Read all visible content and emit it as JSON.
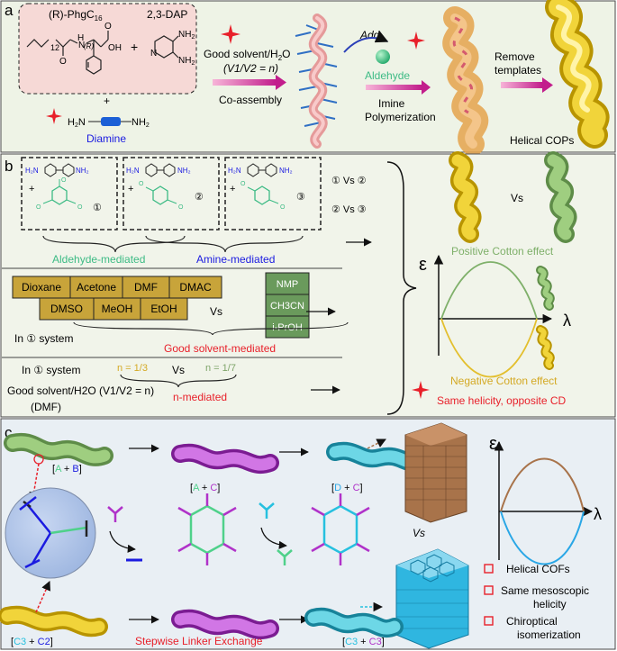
{
  "colors": {
    "panel_a_bg": "#eef3e6",
    "panel_b_bg": "#f1f4ea",
    "panel_c_bg": "#e9eff4",
    "border": "#4a4a4a",
    "pink_box": "#f6d9d6",
    "red_star": "#e8202a",
    "blue_text": "#1b1be0",
    "green_text": "#3dbb85",
    "red_text": "#e8202a",
    "gold_solvent": "#c8a43a",
    "green_solvent": "#6a9a5c",
    "gold_helix": "#e8c21b",
    "green_helix": "#8dbf6c",
    "magenta_helix": "#c34fd8",
    "cyan_helix": "#3cc3d6",
    "magenta": "#b032c9",
    "linker_green": "#4fd18a",
    "cyan": "#26c0df",
    "pos_curve": "#7fb06a",
    "neg_curve": "#e3bf2e",
    "brown_curve": "#a8734a",
    "blue_curve": "#2aa7e6"
  },
  "panel_a": {
    "label": "a",
    "phgc16": "(R)-PhgC",
    "phgc16_sub": "16",
    "dap": "2,3-DAP",
    "plus1": "+",
    "plus2": "+",
    "plus3": "+",
    "nh2_a": "NH",
    "nh2_b": "NH",
    "sub2": "2",
    "oh": "OH",
    "sub12": "12",
    "r_label": "(R)",
    "diamine_formula_left": "H",
    "diamine_formula_n1": "N",
    "diamine_formula_right": "NH",
    "diamine": "Diamine",
    "good_solvent": "Good solvent/H",
    "good_solvent_sub": "2",
    "good_solvent_o": "O",
    "ratio": "(V1/V2 = n)",
    "co_assembly": "Co-assembly",
    "add": "Add",
    "aldehyde": "Aldehyde",
    "imine": "Imine",
    "polymerization": "Polymerization",
    "remove": "Remove",
    "templates": "templates",
    "helical_cops": "Helical COPs"
  },
  "panel_b": {
    "label": "b",
    "system1": "①",
    "system2": "②",
    "system3": "③",
    "vs12": "① Vs ②",
    "vs23": "② Vs ③",
    "vs_top": "Vs",
    "aldehyde_mediated": "Aldehyde-mediated",
    "amine_mediated": "Amine-mediated",
    "solvents_gold_row1": [
      "Dioxane",
      "Acetone",
      "DMF",
      "DMAC"
    ],
    "solvents_gold_row2": [
      "DMSO",
      "MeOH",
      "EtOH"
    ],
    "solvents_green": [
      "NMP",
      "CH3CN",
      "i-PrOH"
    ],
    "vs_solvent": "Vs",
    "in_system": "In ① system",
    "good_solvent_mediated": "Good solvent-mediated",
    "in_system2": "In ① system",
    "n_third": "n = 1/3",
    "vs_n": "Vs",
    "n_seventh": "n = 1/7",
    "good_solvent_ratio": "Good solvent/H2O (V1/V2 = n)",
    "dmf": "(DMF)",
    "n_mediated": "n-mediated",
    "epsilon": "ε",
    "lambda": "λ",
    "positive": "Positive Cotton effect",
    "negative": "Negative Cotton effect",
    "same_helicity": "Same helicity, opposite CD"
  },
  "panel_c": {
    "label": "c",
    "ab": [
      "[",
      "A",
      " + ",
      "B",
      "]"
    ],
    "ac": [
      "[",
      "A",
      " + ",
      "C",
      "]"
    ],
    "dc": [
      "[",
      "D",
      " + ",
      "C",
      "]"
    ],
    "c3c2": [
      "[",
      "C3",
      " + ",
      "C2",
      "]"
    ],
    "c3c3": [
      "[",
      "C3",
      " + ",
      "C3",
      "]"
    ],
    "vs": "Vs",
    "stepwise": "Stepwise Linker Exchange",
    "epsilon": "ε",
    "lambda": "λ",
    "bullets": [
      "Helical COFs",
      "Same mesoscopic helicity",
      "Chiroptical isomerization"
    ]
  }
}
